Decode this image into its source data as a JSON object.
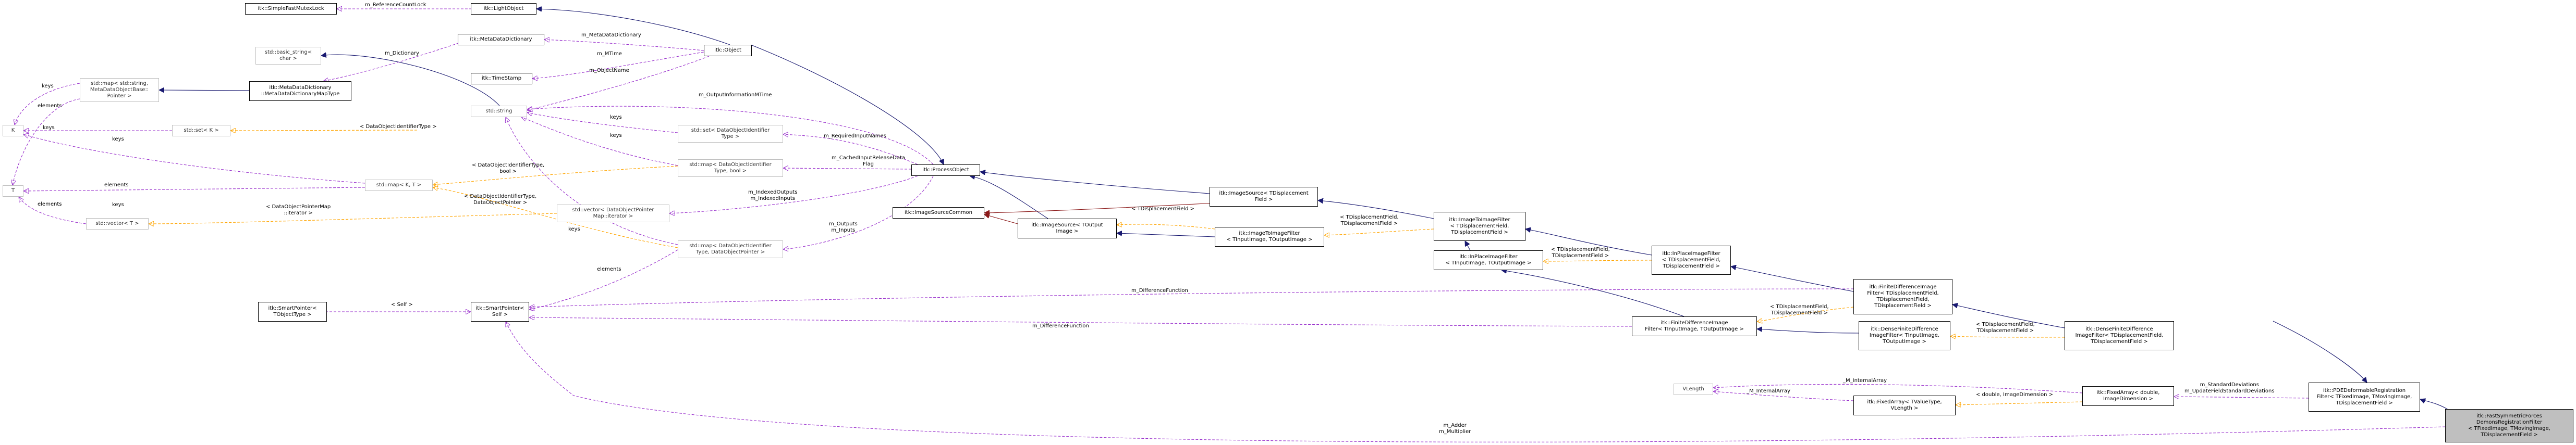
{
  "nodes": {
    "simple_fast_mutex_lock": "itk::SimpleFastMutexLock",
    "light_object": "itk::LightObject",
    "meta_data_dictionary": "itk::MetaDataDictionary",
    "object": "itk::Object",
    "basic_string": "std::basic_string<\nchar >",
    "time_stamp": "itk::TimeStamp",
    "std_string": "std::string",
    "map_meta_data": "std::map< std::string,\nMetaDataObjectBase::\nPointer >",
    "mdd_map_type": "itk::MetaDataDictionary\n::MetaDataDictionaryMapType",
    "K": "K",
    "T": "T",
    "set_K": "std::set< K >",
    "map_K_T": "std::map< K, T >",
    "vector_T": "std::vector< T >",
    "set_dot": "std::set< DataObjectIdentifier\nType >",
    "map_dot_bool": "std::map< DataObjectIdentifier\nType, bool >",
    "vector_dop_iter": "std::vector< DataObjectPointer\nMap::iterator >",
    "map_dot_dop": "std::map< DataObjectIdentifier\nType, DataObjectPointer >",
    "process_object": "itk::ProcessObject",
    "image_source_common": "itk::ImageSourceCommon",
    "image_source_output": "itk::ImageSource< TOutput\nImage >",
    "image_source_disp": "itk::ImageSource< TDisplacement\nField >",
    "image_to_image_in_out": "itk::ImageToImageFilter\n< TInputImage, TOutputImage >",
    "image_to_image_disp": "itk::ImageToImageFilter\n< TDisplacementField,\nTDisplacementField >",
    "inplace_in_out": "itk::InPlaceImageFilter\n< TInputImage, TOutputImage >",
    "inplace_disp": "itk::InPlaceImageFilter\n< TDisplacementField,\nTDisplacementField >",
    "smart_pointer_tobject": "itk::SmartPointer<\nTObjectType >",
    "smart_pointer_self": "itk::SmartPointer<\nSelf >",
    "finite_diff_in_out": "itk::FiniteDifferenceImage\nFilter< TInputImage, TOutputImage >",
    "finite_diff_disp": "itk::FiniteDifferenceImage\nFilter< TDisplacementField,\nTDisplacementField,\nTDisplacementField >",
    "dense_fd_in_out": "itk::DenseFiniteDifference\nImageFilter< TInputImage,\nTOutputImage >",
    "dense_fd_disp": "itk::DenseFiniteDifference\nImageFilter< TDisplacementField,\nTDisplacementField >",
    "vlength": "VLength",
    "fixed_array": "itk::FixedArray< TValueType,\nVLength >",
    "fixed_array_double": "itk::FixedArray< double,\nImageDimension >",
    "pde_registration": "itk::PDEDeformableRegistration\nFilter< TFixedImage, TMovingImage,\nTDisplacementField >",
    "focus": "itk::FastSymmetricForces\nDemonsRegistrationFilter\n< TFixedImage, TMovingImage,\nTDisplacementField >"
  },
  "labels": {
    "ref_count_lock": "m_ReferenceCountLock",
    "meta_data_dictionary": "m_MetaDataDictionary",
    "m_dictionary": "m_Dictionary",
    "m_mtime": "m_MTime",
    "m_object_name": "m_ObjectName",
    "output_info_mtime": "m_OutputInformationMTime",
    "keys_1": "keys",
    "elements_1": "elements",
    "keys_2": "keys",
    "dot_set": "< DataObjectIdentifierType >",
    "keys_3": "keys",
    "elements_2": "elements",
    "keys_4": "keys",
    "elements_3": "elements",
    "dot_bool": "< DataObjectIdentifierType,\nbool >",
    "dot_dop": "< DataObjectIdentifierType,\nDataObjectPointer >",
    "dop_map_iter": "< DataObjectPointerMap\n::iterator >",
    "keys_5": "keys",
    "required_input_names": "m_RequiredInputNames",
    "keys_6": "keys",
    "cached_input_release": "m_CachedInputReleaseData\nFlag",
    "indexed_outputs": "m_IndexedOutputs\nm_IndexedInputs",
    "keys_7": "keys",
    "outputs_inputs": "m_Outputs\nm_Inputs",
    "elements_4": "elements",
    "tdf_1": "< TDisplacementField >",
    "tdf_2": "< TDisplacementField,\nTDisplacementField >",
    "tdf_3": "< TDisplacementField,\nTDisplacementField >",
    "tdf_4": "< TDisplacementField,\nTDisplacementField >",
    "tdf_5": "< TDisplacementField,\nTDisplacementField >",
    "self": "< Self >",
    "diff_function_1": "m_DifferenceFunction",
    "diff_function_2": "m_DifferenceFunction",
    "internal_array_1": "_M_InternalArray",
    "internal_array_2": "_M_InternalArray",
    "double_image_dim": "< double, ImageDimension >",
    "std_deviations": "m_StandardDeviations\nm_UpdateFieldStandardDeviations",
    "adder_multiplier": "m_Adder\nm_Multiplier"
  },
  "colors": {
    "inheritance": "#191970",
    "usage": "#9a32cd",
    "template": "#ffa500",
    "private": "#8b1a1a"
  }
}
